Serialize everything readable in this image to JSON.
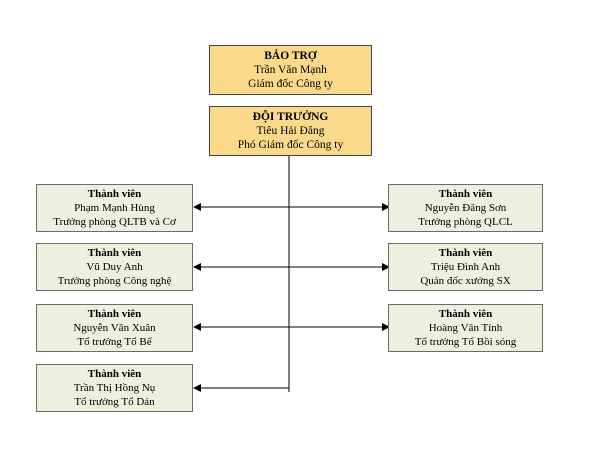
{
  "sponsor": {
    "role": "BẢO TRỢ",
    "name": "Trần Văn Mạnh",
    "title": "Giám đốc Công ty"
  },
  "leader": {
    "role": "ĐỘI TRƯỞNG",
    "name": "Tiêu Hải Đăng",
    "title": "Phó Giám đốc Công ty"
  },
  "members_left": [
    {
      "role": "Thành viên",
      "name": "Phạm Mạnh Hùng",
      "title": "Trưởng phòng QLTB và Cơ"
    },
    {
      "role": "Thành viên",
      "name": "Vũ Duy Anh",
      "title": "Trưởng phòng Công nghệ"
    },
    {
      "role": "Thành viên",
      "name": "Nguyễn Văn Xuân",
      "title": "Tổ trưởng Tổ Bể"
    },
    {
      "role": "Thành viên",
      "name": "Trần Thị Hồng Nụ",
      "title": "Tổ trưởng Tổ Dán"
    }
  ],
  "members_right": [
    {
      "role": "Thành viên",
      "name": "Nguyễn Đăng Sơn",
      "title": "Trưởng phòng QLCL"
    },
    {
      "role": "Thành viên",
      "name": "Triệu Đình Anh",
      "title": "Quản đốc xưởng SX"
    },
    {
      "role": "Thành viên",
      "name": "Hoàng Văn Tỉnh",
      "title": "Tổ trưởng Tổ Bồi sóng"
    }
  ],
  "colors": {
    "gold": "#fbd98a",
    "green": "#ebf1de",
    "line": "#000000"
  }
}
